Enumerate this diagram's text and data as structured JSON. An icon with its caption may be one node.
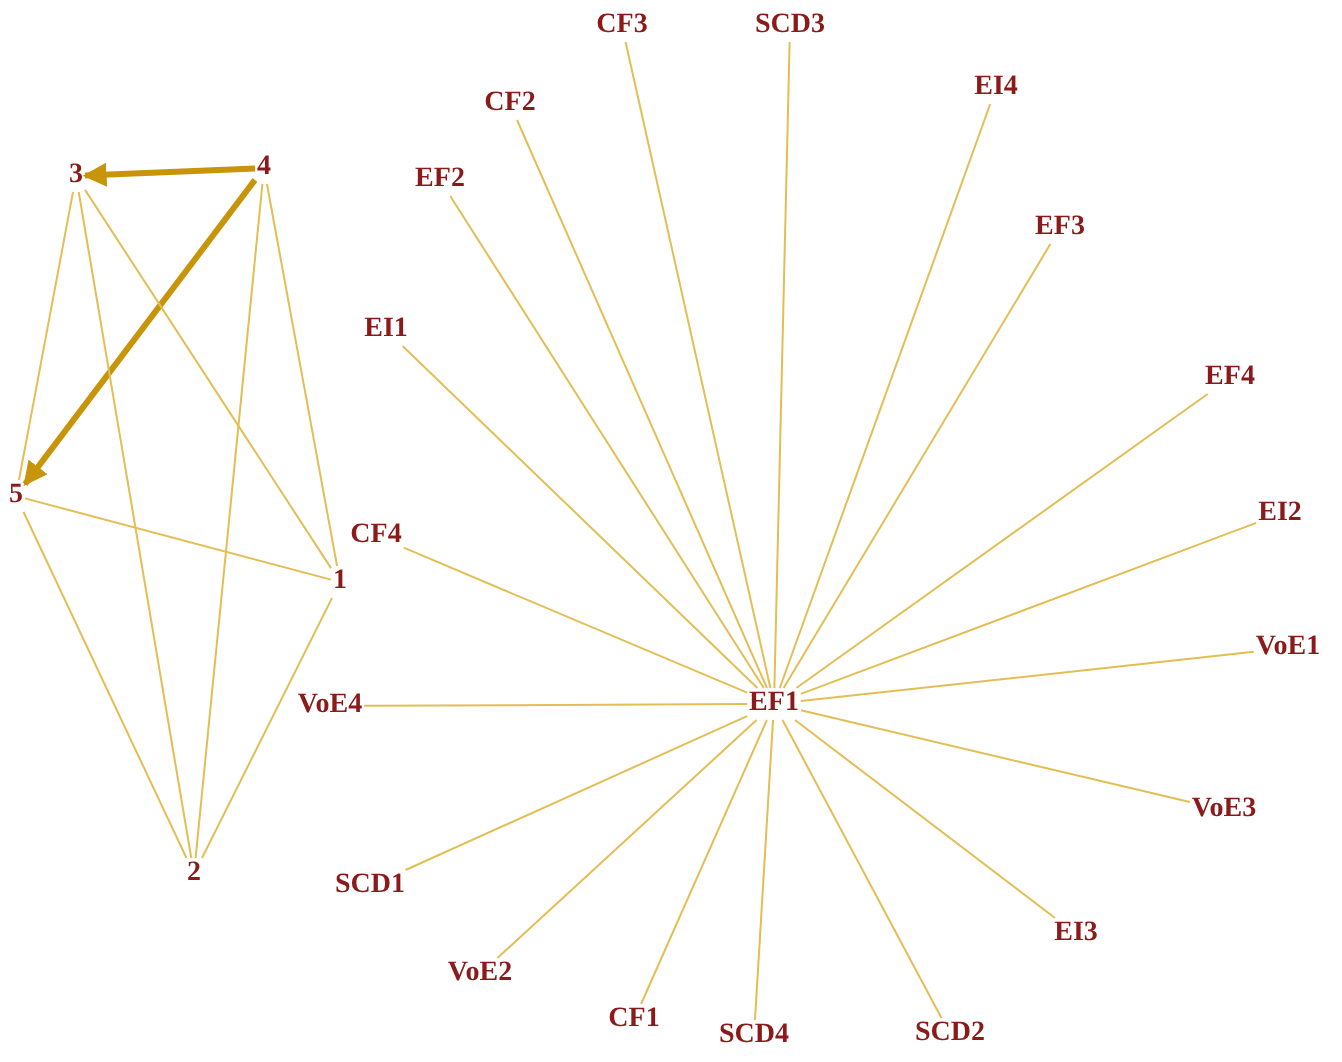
{
  "diagram": {
    "nodes": [
      {
        "text": [
          "3"
        ]
      },
      {
        "text": [
          "4"
        ]
      },
      {
        "text": [
          "5"
        ]
      },
      {
        "text": [
          "1"
        ]
      },
      {
        "text": [
          "2"
        ]
      },
      {
        "text": [
          "CF3"
        ]
      },
      {
        "text": [
          "SCD3"
        ]
      },
      {
        "text": [
          "EI4"
        ]
      },
      {
        "text": [
          "CF2"
        ]
      },
      {
        "text": [
          "EF2"
        ]
      },
      {
        "text": [
          "EF3"
        ]
      },
      {
        "text": [
          "EI1"
        ]
      },
      {
        "text": [
          "EF4"
        ]
      },
      {
        "text": [
          "EI2"
        ]
      },
      {
        "text": [
          "CF4"
        ]
      },
      {
        "text": [
          "VoE1"
        ]
      },
      {
        "text": [
          "VoE4"
        ]
      },
      {
        "text": [
          "EF1"
        ]
      },
      {
        "text": [
          "VoE3"
        ]
      },
      {
        "text": [
          "SCD1"
        ]
      },
      {
        "text": [
          "EI3"
        ]
      },
      {
        "text": [
          "VoE2"
        ]
      },
      {
        "text": [
          "CF1"
        ]
      },
      {
        "text": [
          "SCD4"
        ]
      },
      {
        "text": [
          "SCD2"
        ]
      }
    ],
    "edges": [
      {
        "from": 1,
        "to": 0,
        "arrow": "to",
        "style": "thick"
      },
      {
        "from": 1,
        "to": 2,
        "arrow": "to",
        "style": "thick"
      },
      {
        "from": 0,
        "to": 2,
        "arrow": "none"
      },
      {
        "from": 0,
        "to": 4,
        "arrow": "none"
      },
      {
        "from": 0,
        "to": 3,
        "arrow": "none"
      },
      {
        "from": 1,
        "to": 4,
        "arrow": "none"
      },
      {
        "from": 1,
        "to": 3,
        "arrow": "none"
      },
      {
        "from": 2,
        "to": 4,
        "arrow": "none"
      },
      {
        "from": 2,
        "to": 3,
        "arrow": "none"
      },
      {
        "from": 3,
        "to": 4,
        "arrow": "none"
      },
      {
        "from": 17,
        "to": 5,
        "arrow": "none"
      },
      {
        "from": 17,
        "to": 6,
        "arrow": "none"
      },
      {
        "from": 17,
        "to": 7,
        "arrow": "none"
      },
      {
        "from": 17,
        "to": 8,
        "arrow": "none"
      },
      {
        "from": 17,
        "to": 9,
        "arrow": "none"
      },
      {
        "from": 17,
        "to": 10,
        "arrow": "none"
      },
      {
        "from": 17,
        "to": 11,
        "arrow": "none"
      },
      {
        "from": 17,
        "to": 12,
        "arrow": "none"
      },
      {
        "from": 17,
        "to": 13,
        "arrow": "none"
      },
      {
        "from": 17,
        "to": 14,
        "arrow": "none"
      },
      {
        "from": 17,
        "to": 15,
        "arrow": "none"
      },
      {
        "from": 17,
        "to": 16,
        "arrow": "none"
      },
      {
        "from": 17,
        "to": 18,
        "arrow": "none"
      },
      {
        "from": 17,
        "to": 19,
        "arrow": "none"
      },
      {
        "from": 17,
        "to": 20,
        "arrow": "none"
      },
      {
        "from": 17,
        "to": 21,
        "arrow": "none"
      },
      {
        "from": 17,
        "to": 22,
        "arrow": "none"
      },
      {
        "from": 17,
        "to": 23,
        "arrow": "none"
      },
      {
        "from": 17,
        "to": 24,
        "arrow": "none"
      }
    ]
  }
}
